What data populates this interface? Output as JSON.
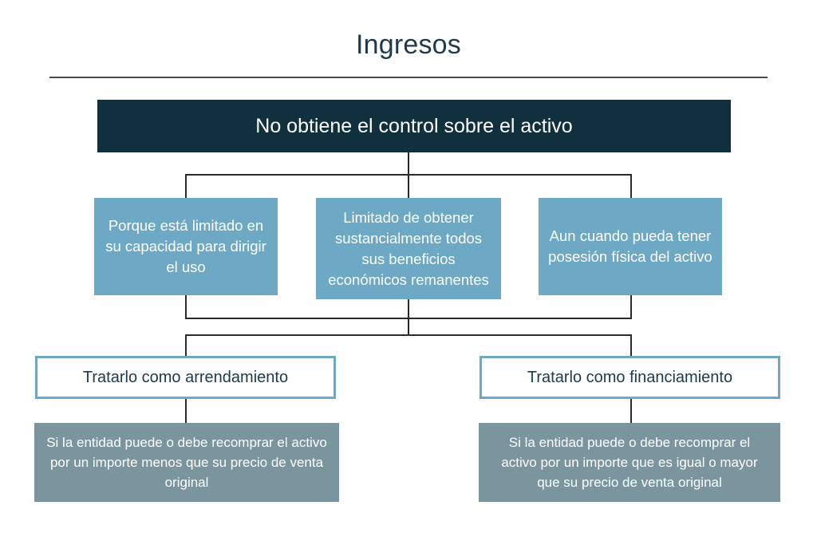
{
  "slide": {
    "title": "Ingresos",
    "background_color": "#ffffff",
    "title_color": "#1f3a4a",
    "rule_color": "#4a4a4a"
  },
  "diagram": {
    "type": "flowchart",
    "colors": {
      "header_box": "#11303d",
      "reason_box": "#6da9c4",
      "outcome_box_border": "#6fa8c6",
      "outcome_box_fill": "#ffffff",
      "detail_box": "#7b959f",
      "connector": "#2b2b2b"
    },
    "header": {
      "label": "No obtiene el control sobre el activo"
    },
    "reasons": [
      {
        "label": "Porque está limitado en su capacidad para dirigir el uso"
      },
      {
        "label": "Limitado de obtener sustancialmente todos sus beneficios económicos remanentes"
      },
      {
        "label": "Aun cuando pueda tener posesión física del activo"
      }
    ],
    "outcomes": [
      {
        "label": "Tratarlo como arrendamiento",
        "detail": "Si la entidad puede o debe recomprar el activo por un importe menos que su precio de venta original"
      },
      {
        "label": "Tratarlo como financiamiento",
        "detail": "Si la entidad puede o debe recomprar el activo por un importe que es igual o mayor que su precio de venta original"
      }
    ]
  }
}
